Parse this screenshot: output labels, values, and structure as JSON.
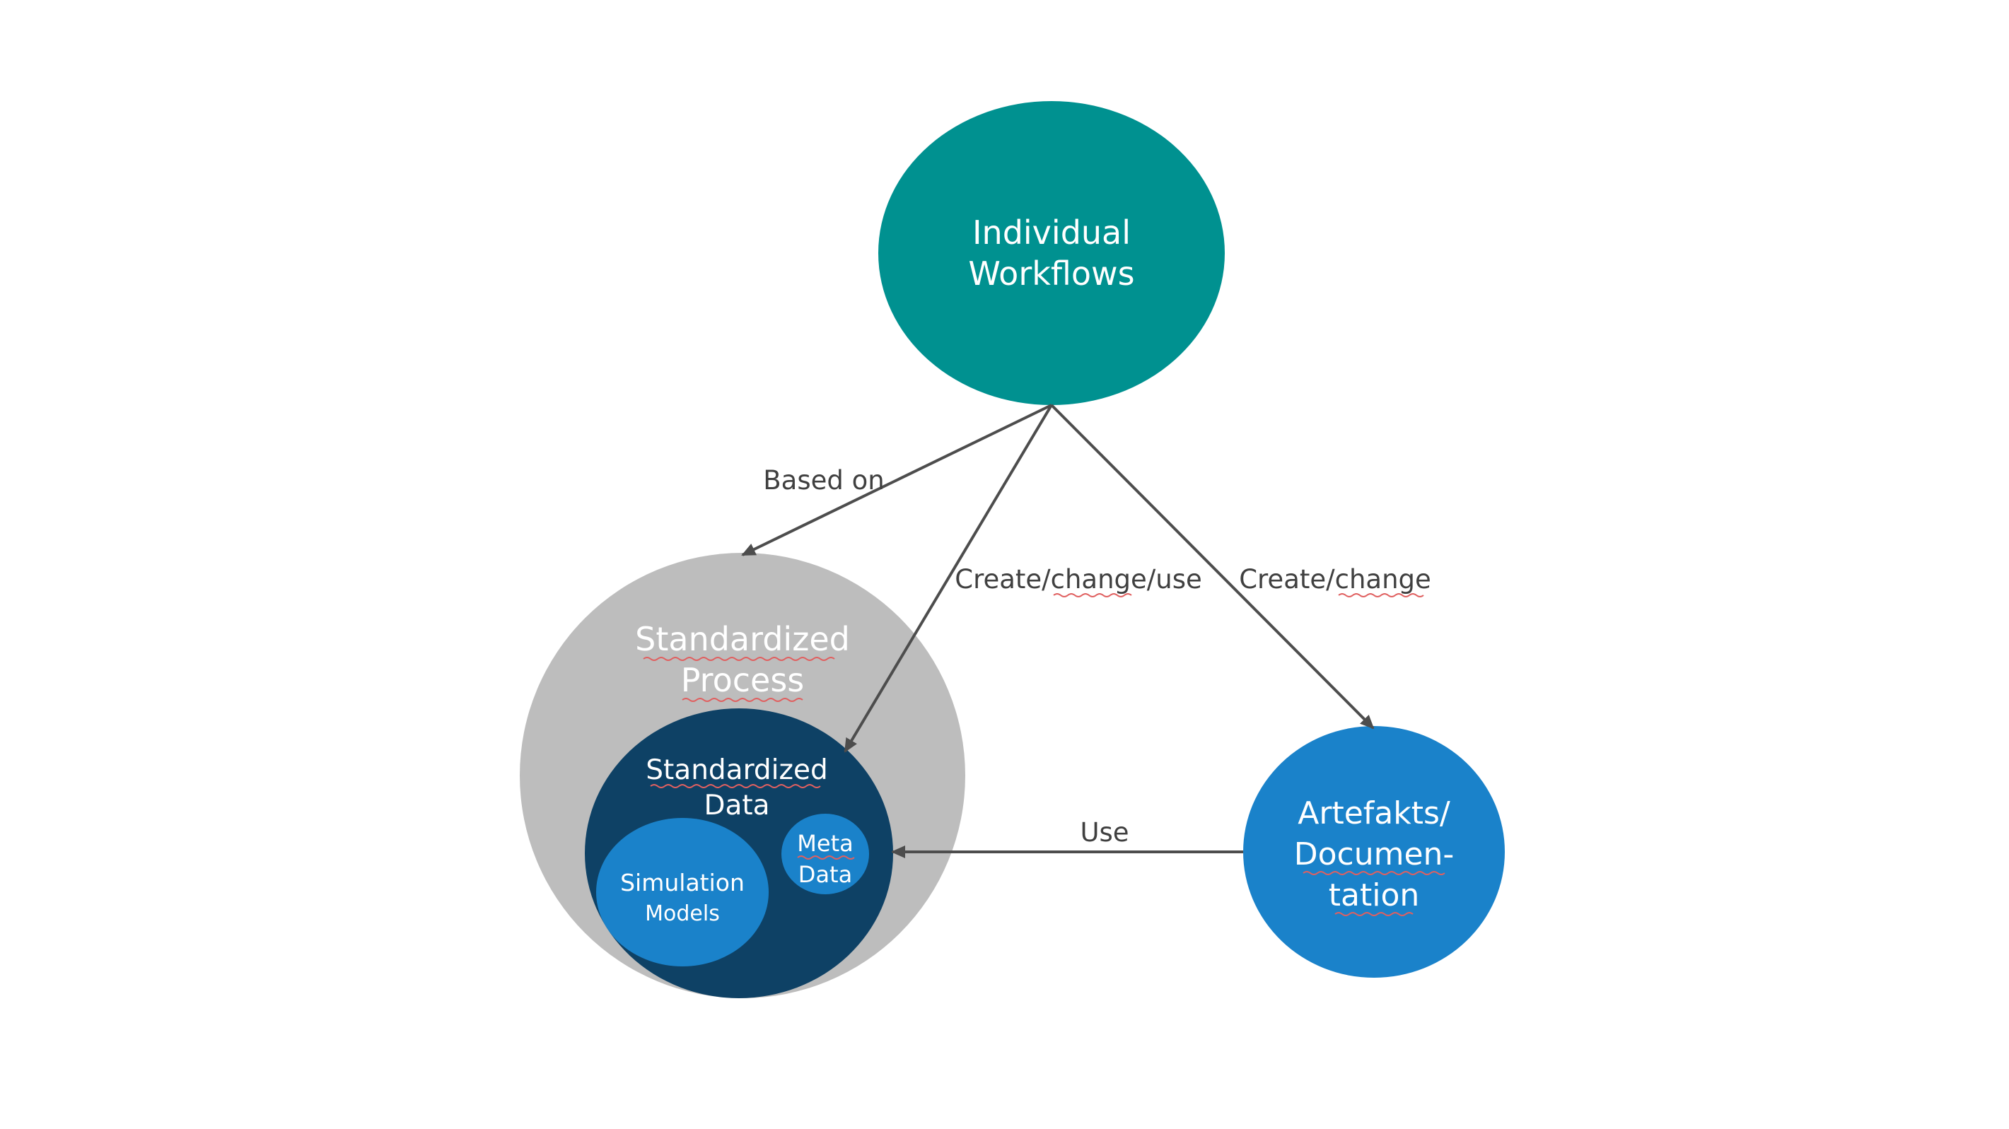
{
  "nodes": {
    "individual_workflows": {
      "line1": "Individual",
      "line2": "Workflows",
      "color": "#009190"
    },
    "standardized_process": {
      "line1": "Standardized",
      "line2": "Process",
      "color": "#bdbdbd"
    },
    "standardized_data": {
      "line1": "Standardized",
      "line2": "Data",
      "color": "#0e4165"
    },
    "simulation_models": {
      "line1": "Simulation",
      "line2": "Models",
      "color": "#1a82ca"
    },
    "meta_data": {
      "line1": "Meta",
      "line2": "Data",
      "color": "#1a82ca"
    },
    "artefakts_documentation": {
      "line1": "Artefakts/",
      "line2": "Documen-",
      "line3": "tation",
      "color": "#1a82ca"
    }
  },
  "edges": {
    "based_on": "Based on",
    "create_change_use": "Create/change/use",
    "create_change": "Create/change",
    "use": "Use"
  }
}
